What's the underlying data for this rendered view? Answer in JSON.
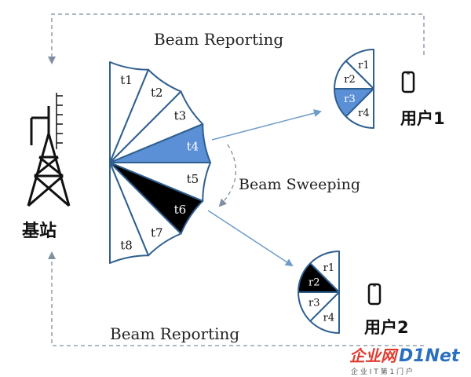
{
  "labels": {
    "beam_reporting_top": "Beam Reporting",
    "beam_reporting_bottom": "Beam Reporting",
    "beam_sweeping": "Beam Sweeping",
    "base_station": "基站",
    "user1": "用户1",
    "user2": "用户2"
  },
  "tx_beams": [
    {
      "label": "t1",
      "state": "normal"
    },
    {
      "label": "t2",
      "state": "normal"
    },
    {
      "label": "t3",
      "state": "normal"
    },
    {
      "label": "t4",
      "state": "highlight"
    },
    {
      "label": "t5",
      "state": "normal"
    },
    {
      "label": "t6",
      "state": "selected"
    },
    {
      "label": "t7",
      "state": "normal"
    },
    {
      "label": "t8",
      "state": "normal"
    }
  ],
  "user1_beams": [
    {
      "label": "r1",
      "state": "normal"
    },
    {
      "label": "r2",
      "state": "normal"
    },
    {
      "label": "r3",
      "state": "highlight"
    },
    {
      "label": "r4",
      "state": "normal"
    }
  ],
  "user2_beams": [
    {
      "label": "r1",
      "state": "normal"
    },
    {
      "label": "r2",
      "state": "selected"
    },
    {
      "label": "r3",
      "state": "normal"
    },
    {
      "label": "r4",
      "state": "normal"
    }
  ],
  "watermark": {
    "brand_prefix": "企业网",
    "brand_mark": "D1Net",
    "tagline": "企 业 I T 第 1 门 户"
  },
  "colors": {
    "stroke": "#2f5f8f",
    "highlight": "#5b8fd6",
    "selected": "#000000",
    "arrow": "#6e9cc8",
    "dashed": "#7f8fa0",
    "brand_red": "#e03a2f",
    "brand_blue": "#2a6fc0"
  }
}
